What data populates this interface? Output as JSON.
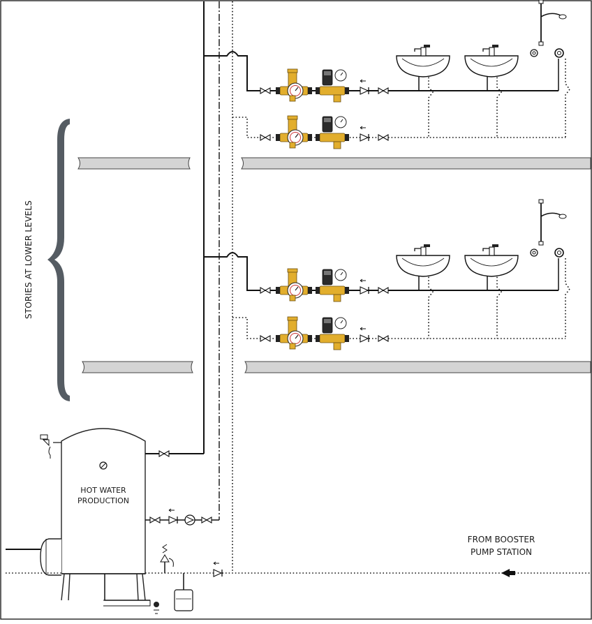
{
  "labels": {
    "side_label": "STORIES AT LOWER LEVELS",
    "tank_label_line1": "HOT WATER",
    "tank_label_line2": "PRODUCTION",
    "source_label_line1": "FROM BOOSTER",
    "source_label_line2": "PUMP STATION"
  },
  "colors": {
    "brass": "#e2ae2d",
    "slab": "#d4d4d4",
    "brace": "#555c63",
    "line": "#111111"
  },
  "icons": [
    "gate-valve-icon",
    "check-valve-icon",
    "pressure-reducing-valve-icon",
    "mixing-valve-icon",
    "circulation-pump-icon",
    "washbasin-icon",
    "shower-icon",
    "expansion-tank-icon",
    "safety-valve-icon",
    "thermometer-icon",
    "flow-arrow-icon"
  ]
}
